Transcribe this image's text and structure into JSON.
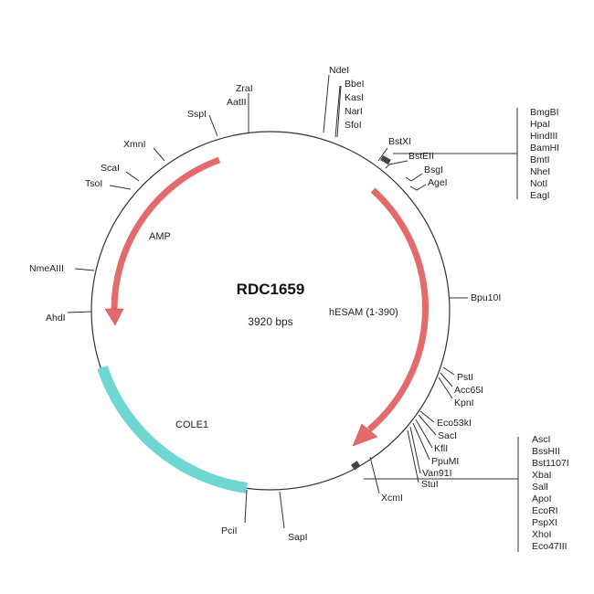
{
  "plasmid": {
    "name": "RDC1659",
    "size": "3920 bps"
  },
  "colors": {
    "backbone": "#333333",
    "cds_arrow": "#e36b6b",
    "ori": "#6fd6d2"
  },
  "features": {
    "amp": "AMP",
    "hesam": "hESAM (1-390)",
    "cole1": "COLE1"
  },
  "sites": {
    "zrai": "ZraI",
    "aatii": "AatII",
    "sspi": "SspI",
    "xmni": "XmnI",
    "scai": "ScaI",
    "tsoi": "TsoI",
    "nmeaiii": "NmeAIII",
    "ahdi": "AhdI",
    "pcii": "PciI",
    "sapi": "SapI",
    "ndei": "NdeI",
    "bbei": "BbeI",
    "kasi": "KasI",
    "nari": "NarI",
    "sfoi": "SfoI",
    "bstxi": "BstXI",
    "bsteii": "BstEII",
    "bsgi": "BsgI",
    "agei": "AgeI",
    "bpu10i": "Bpu10I",
    "psti": "PstI",
    "acc65i": "Acc65I",
    "kpni": "KpnI",
    "eco53ki": "Eco53kI",
    "saci": "SacI",
    "kfli": "KflI",
    "ppumi": "PpuMI",
    "van91i": "Van91I",
    "stui": "StuI",
    "xcmi": "XcmI"
  },
  "mcs_top": [
    "BmgBI",
    "HpaI",
    "HindIII",
    "BamHI",
    "BmtI",
    "NheI",
    "NotI",
    "EagI"
  ],
  "mcs_bottom": [
    "AscI",
    "BssHII",
    "Bst1107I",
    "XbaI",
    "SalI",
    "ApoI",
    "EcoRI",
    "PspXI",
    "XhoI",
    "Eco47III"
  ]
}
